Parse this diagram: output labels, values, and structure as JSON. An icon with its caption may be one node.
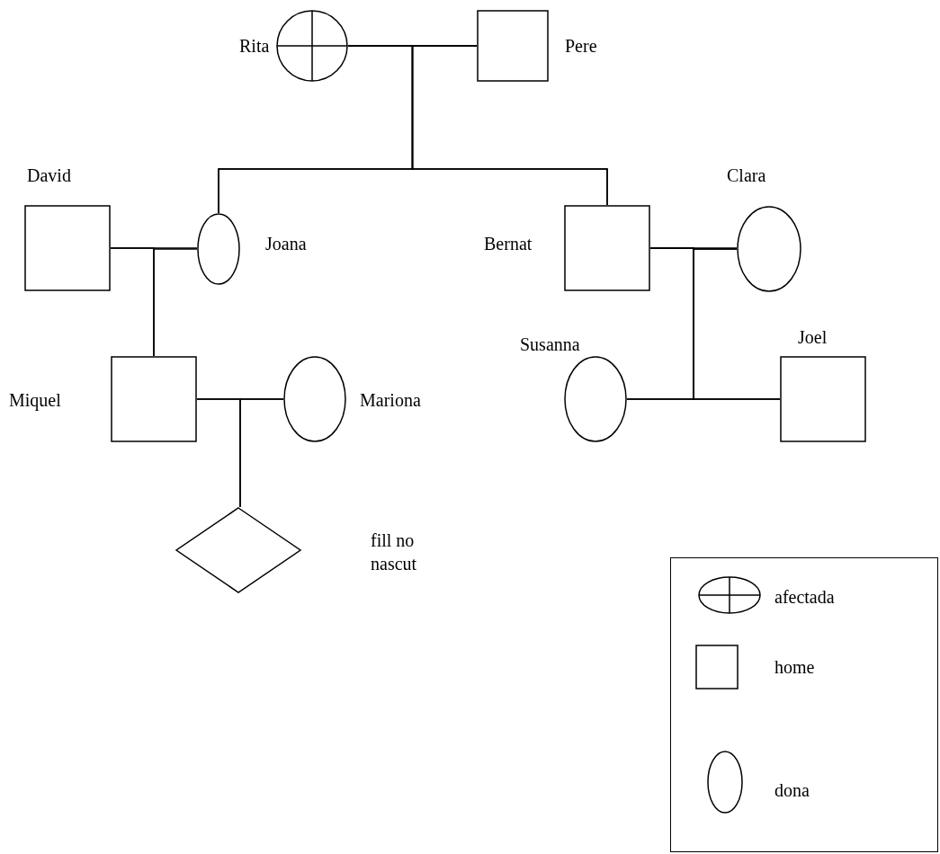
{
  "diagram": {
    "nodes": [
      {
        "text": [
          "Rita"
        ]
      },
      {
        "text": [
          "Pere"
        ]
      },
      {
        "text": [
          "David"
        ]
      },
      {
        "text": [
          "Joana"
        ]
      },
      {
        "text": [
          "Bernat"
        ]
      },
      {
        "text": [
          "Clara"
        ]
      },
      {
        "text": [
          "Miquel"
        ]
      },
      {
        "text": [
          "Mariona"
        ]
      },
      {
        "text": [
          "Susanna"
        ]
      },
      {
        "text": [
          "Joel"
        ]
      },
      {
        "text": [
          "fill no nascut"
        ]
      }
    ],
    "edges": [
      {
        "from": 0,
        "to": 1,
        "arrow": "none"
      },
      {
        "from": 0,
        "to": 3,
        "arrow": "none"
      },
      {
        "from": 0,
        "to": 4,
        "arrow": "none"
      },
      {
        "from": 1,
        "to": 3,
        "arrow": "none"
      },
      {
        "from": 1,
        "to": 4,
        "arrow": "none"
      },
      {
        "from": 2,
        "to": 3,
        "arrow": "none"
      },
      {
        "from": 2,
        "to": 6,
        "arrow": "none"
      },
      {
        "from": 3,
        "to": 6,
        "arrow": "none"
      },
      {
        "from": 4,
        "to": 5,
        "arrow": "none"
      },
      {
        "from": 4,
        "to": 8,
        "arrow": "none"
      },
      {
        "from": 4,
        "to": 9,
        "arrow": "none"
      },
      {
        "from": 5,
        "to": 8,
        "arrow": "none"
      },
      {
        "from": 5,
        "to": 9,
        "arrow": "none"
      },
      {
        "from": 6,
        "to": 7,
        "arrow": "none"
      },
      {
        "from": 6,
        "to": 10,
        "arrow": "none"
      },
      {
        "from": 7,
        "to": 10,
        "arrow": "none"
      }
    ],
    "legend": [
      {
        "text": "afectada"
      },
      {
        "text": "home"
      },
      {
        "text": "dona"
      }
    ]
  }
}
